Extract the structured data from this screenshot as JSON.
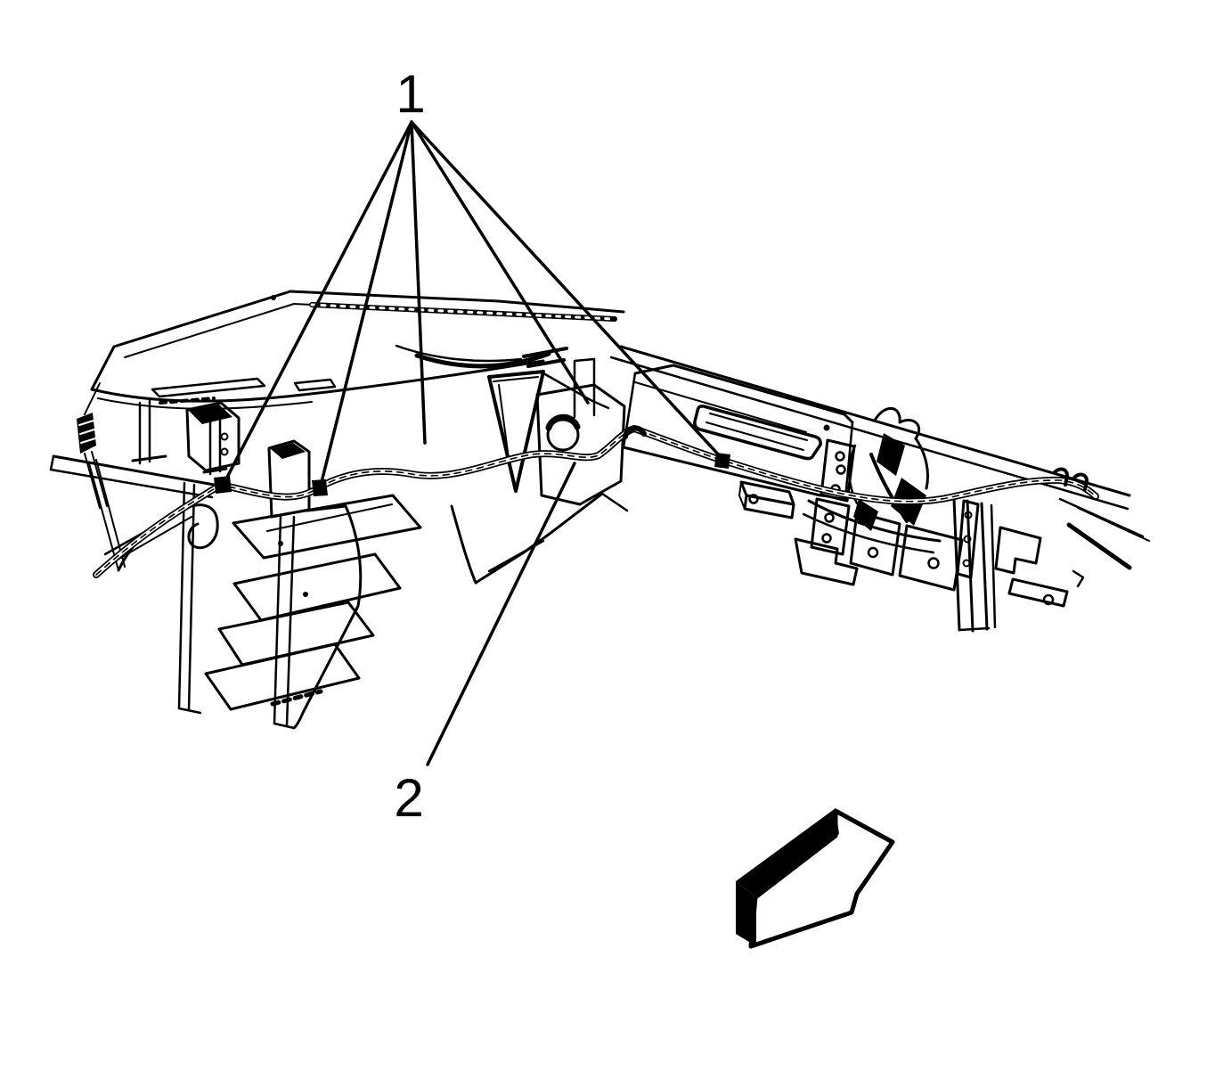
{
  "figure": {
    "type": "technical-line-illustration",
    "subject": "instrument-panel-structure-with-wiring-harness",
    "background_color": "#ffffff",
    "line_color": "#000000",
    "callouts": {
      "one": {
        "label": "1",
        "leader_lines": 5
      },
      "two": {
        "label": "2",
        "leader_lines": 1
      }
    },
    "icons": {
      "direction_arrow": "forward-direction-arrow"
    }
  }
}
